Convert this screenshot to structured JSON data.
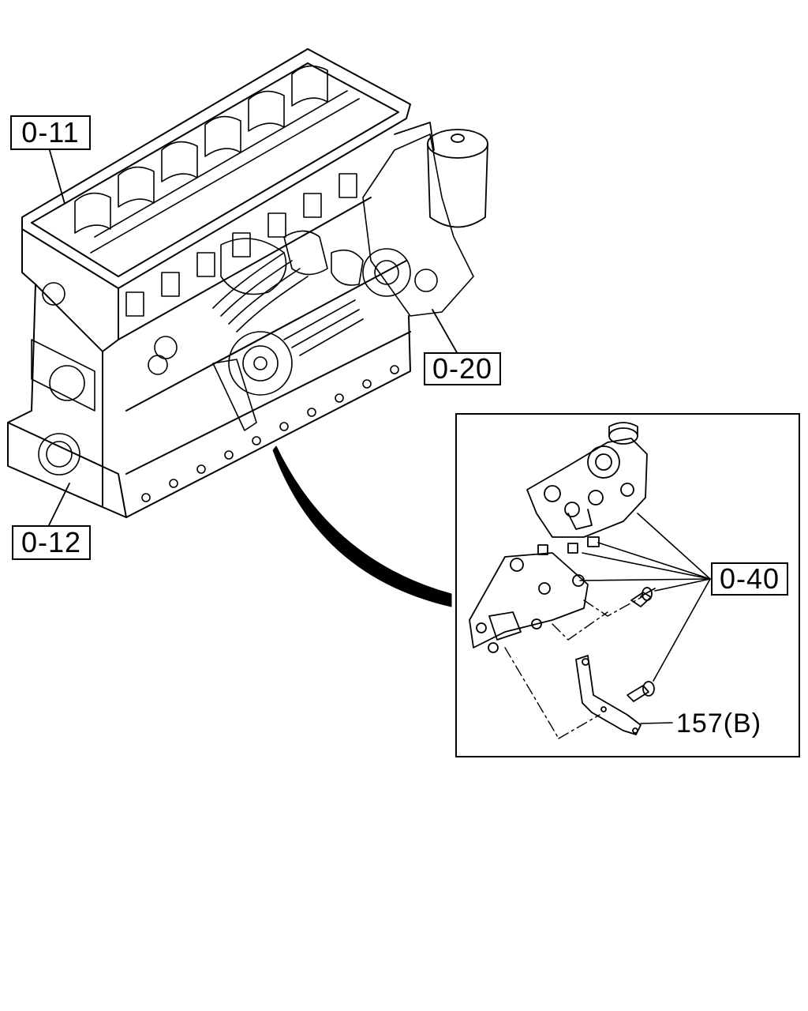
{
  "callouts": {
    "block_ref": "0-11",
    "crank_ref": "0-12",
    "front_ref": "0-20",
    "pump_ref": "0-40",
    "bracket_ref": "157(B)"
  },
  "colors": {
    "ink": "#000000",
    "paper": "#ffffff"
  }
}
